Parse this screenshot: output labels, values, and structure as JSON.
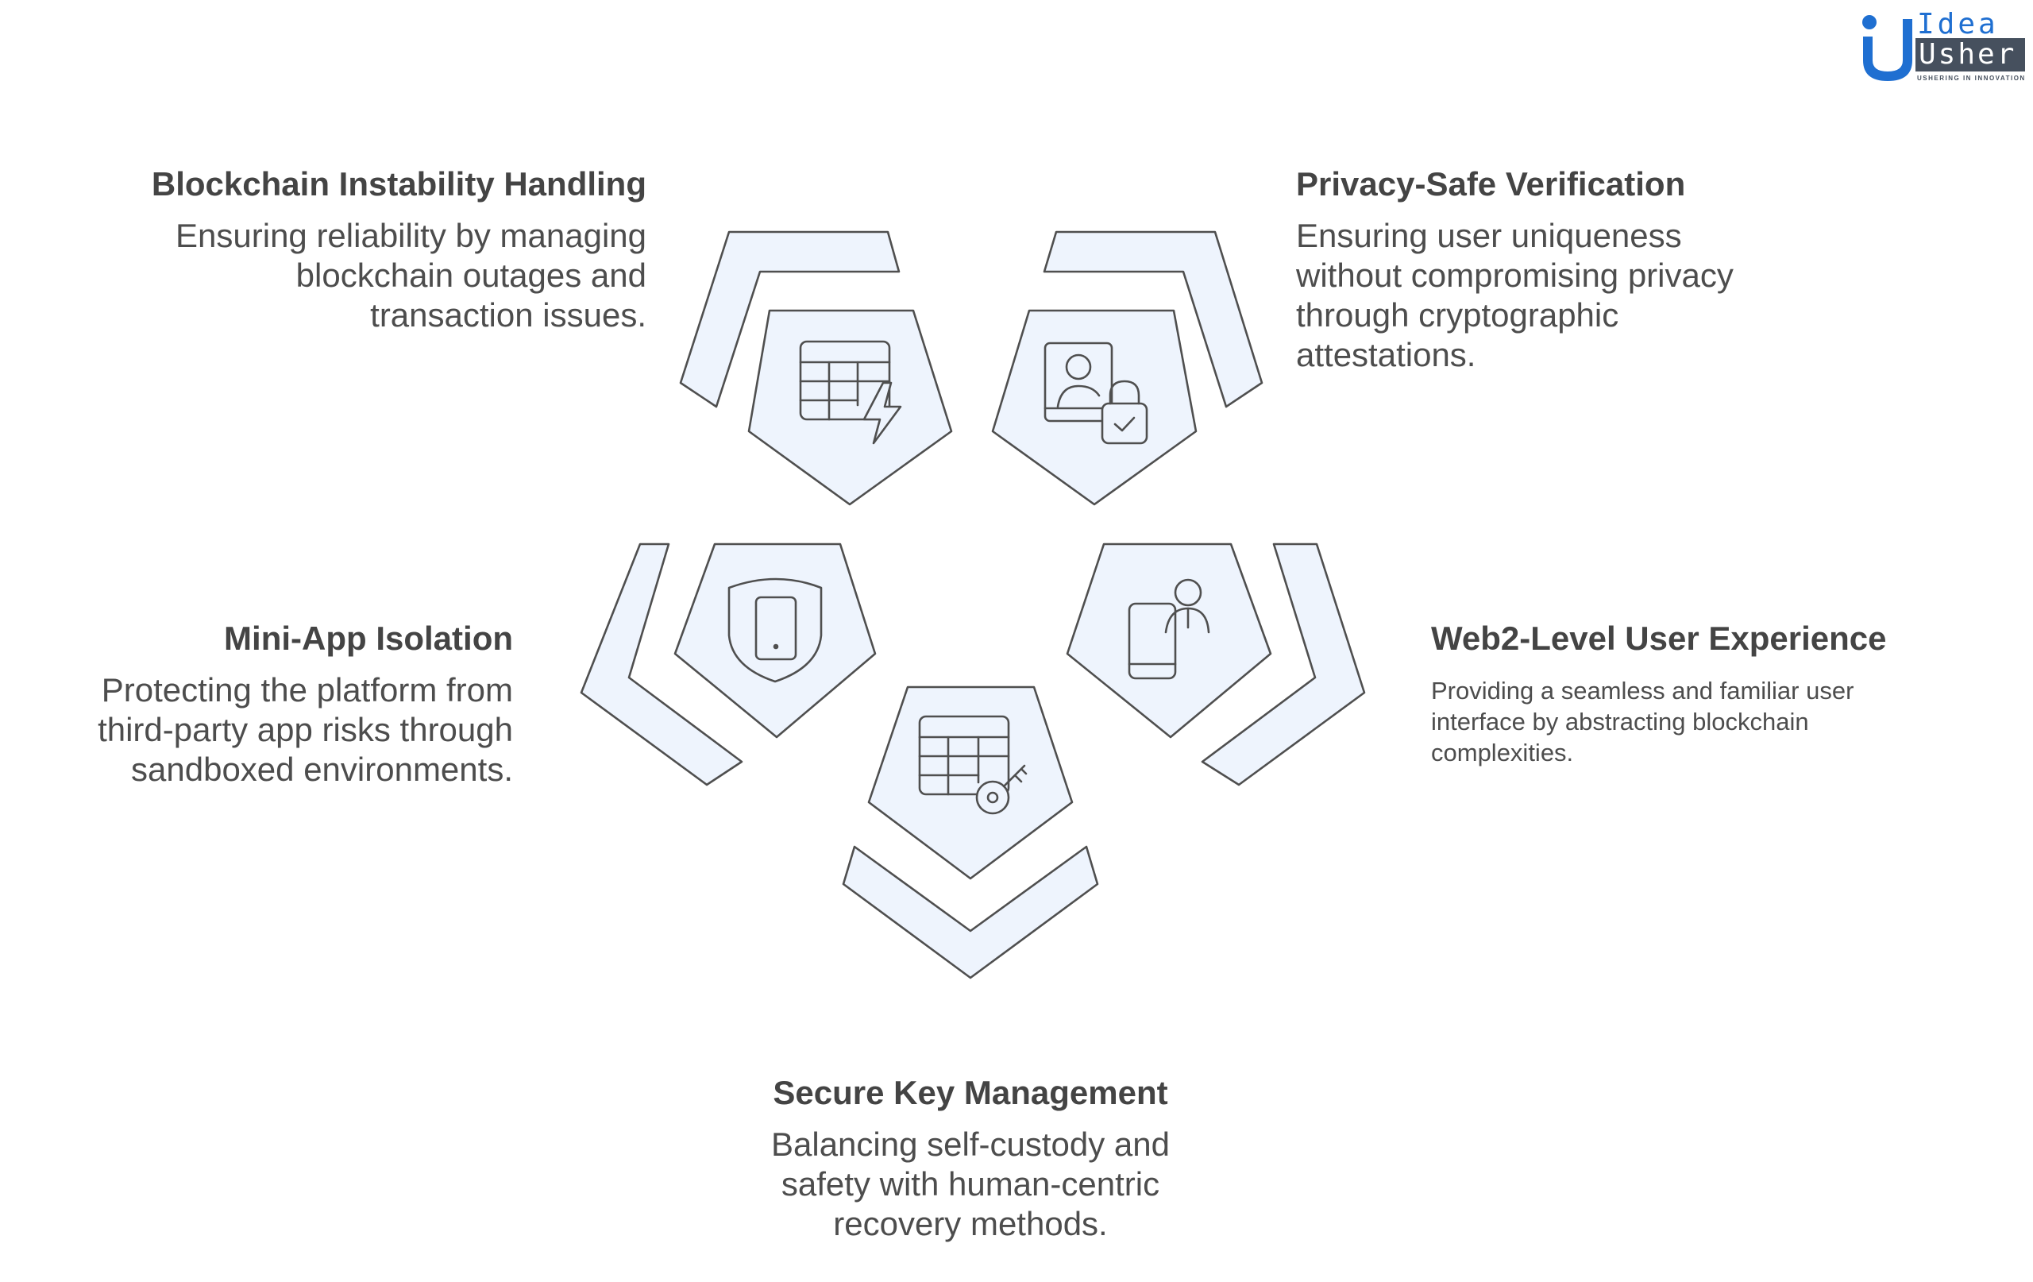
{
  "brand": {
    "name_top": "Idea",
    "name_bottom": "Usher",
    "tagline": "USHERING IN INNOVATION",
    "colors": {
      "blue": "#1f6fd1",
      "slate": "#46505e"
    }
  },
  "colors": {
    "shape_fill": "#eef4fd",
    "shape_stroke": "#4f4f4f",
    "title_text": "#444444",
    "body_text": "#4d4d4d"
  },
  "items": [
    {
      "title": "Blockchain Instability Handling",
      "description": "Ensuring reliability by managing blockchain outages and transaction issues.",
      "icon": "table-lightning-icon"
    },
    {
      "title": "Privacy-Safe Verification",
      "description": "Ensuring user uniqueness without compromising privacy through cryptographic attestations.",
      "icon": "id-card-lock-icon"
    },
    {
      "title": "Mini-App Isolation",
      "description": "Protecting the platform from third-party app risks through sandboxed environments.",
      "icon": "shield-phone-icon"
    },
    {
      "title": "Web2-Level User Experience",
      "description": "Providing a seamless and familiar user interface by abstracting blockchain complexities.",
      "icon": "phone-user-icon"
    },
    {
      "title": "Secure Key Management",
      "description": "Balancing self-custody and safety with human-centric recovery methods.",
      "icon": "table-key-icon"
    }
  ]
}
